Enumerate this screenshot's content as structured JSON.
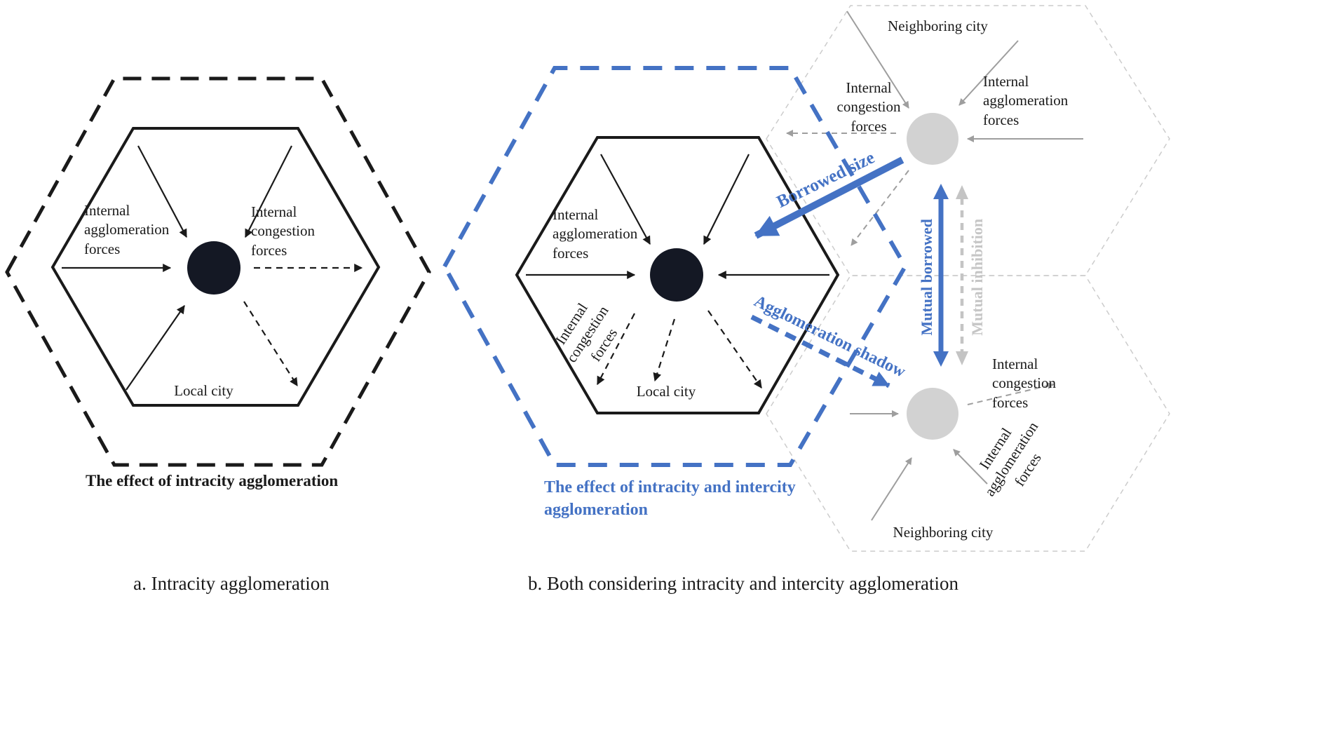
{
  "figure": {
    "panel_a": {
      "internal_agglomeration": "Internal agglomeration forces",
      "internal_congestion": "Internal congestion forces",
      "local_city": "Local city",
      "effect_title": "The effect of intracity agglomeration",
      "caption": "a. Intracity agglomeration"
    },
    "panel_b": {
      "internal_agglomeration": "Internal agglomeration forces",
      "internal_congestion": "Internal congestion forces",
      "local_city": "Local city",
      "effect_title_line1": "The effect of intracity and intercity",
      "effect_title_line2": "agglomeration",
      "caption": "b. Both considering intracity and intercity agglomeration",
      "borrowed_size": "Borrowed size",
      "agglomeration_shadow": "Agglomeration shadow",
      "mutual_borrowed": "Mutual borrowed",
      "mutual_inhibition": "Mutual inhibition",
      "neighbor_top": {
        "title": "Neighboring city",
        "internal_congestion": "Internal congestion forces",
        "internal_agglomeration": "Internal agglomeration forces"
      },
      "neighbor_bottom": {
        "title": "Neighboring city",
        "internal_congestion": "Internal congestion forces",
        "internal_agglomeration": "Internal agglomeration forces"
      }
    },
    "colors": {
      "black": "#1a1a1a",
      "dark_circle": "#141824",
      "accent_blue": "#4472c4",
      "gray_arrow": "#9e9e9e",
      "light_gray_outline": "#cccccc",
      "gray_circle": "#d2d2d2"
    }
  }
}
